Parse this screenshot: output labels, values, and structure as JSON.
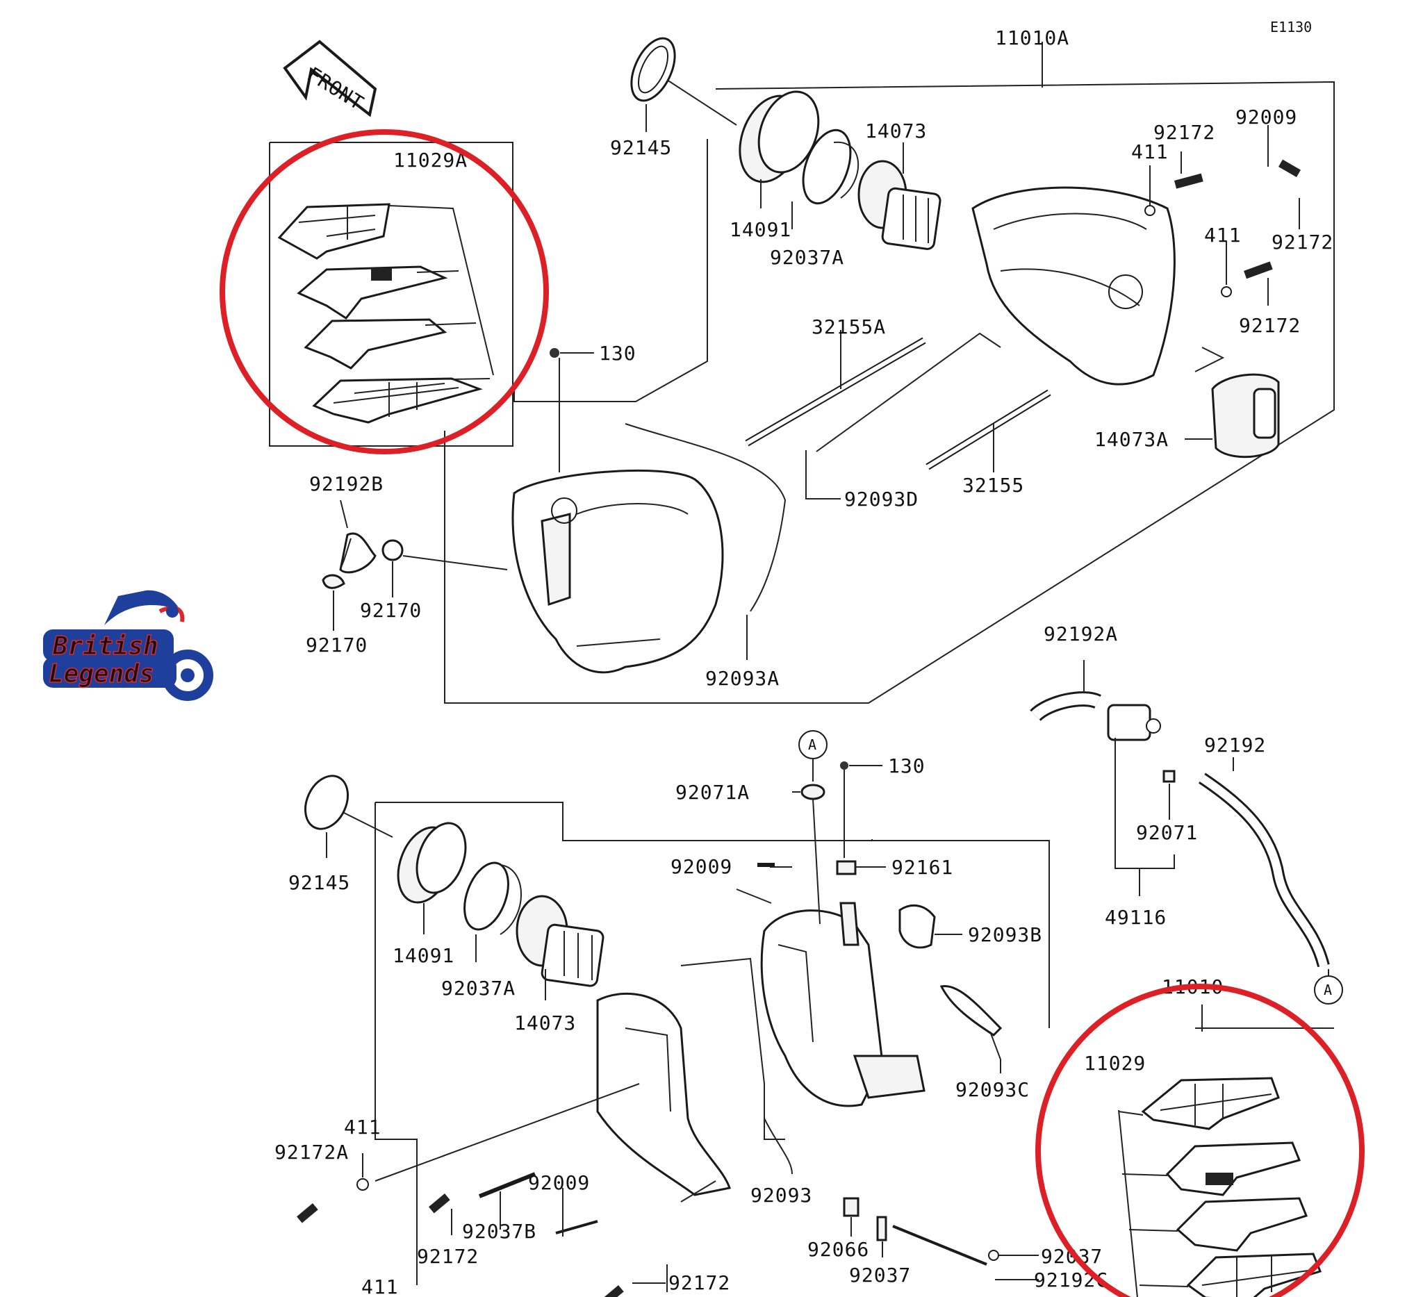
{
  "drawing_code": "E1130",
  "front_label": "FRONT",
  "brand": {
    "line1": "British",
    "line2": "Legends",
    "primary_color": "#1e3f9c",
    "accent_color": "#e0262b"
  },
  "highlight_color": "#dd1f26",
  "labels": {
    "p11010A": "11010A",
    "p92145_top": "92145",
    "p14073_top": "14073",
    "p14091_top": "14091",
    "p92037A_top": "92037A",
    "p11029A": "11029A",
    "p92172_a": "92172",
    "p92009_a": "92009",
    "p411_a": "411",
    "p411_b": "411",
    "p92172_b": "92172",
    "p92172_c": "92172",
    "p130_top": "130",
    "p32155A": "32155A",
    "p14073A": "14073A",
    "p92093D": "92093D",
    "p32155": "32155",
    "p92192B": "92192B",
    "p92170_a": "92170",
    "p92170_b": "92170",
    "p92093A": "92093A",
    "p92192A": "92192A",
    "circle_a_top": "A",
    "p130_mid": "130",
    "p92192": "92192",
    "p92071A": "92071A",
    "p92071": "92071",
    "p92145_bot": "92145",
    "p92009_b": "92009",
    "p92161": "92161",
    "p49116": "49116",
    "p92093B": "92093B",
    "p14091_bot": "14091",
    "p92037A_bot": "92037A",
    "p14073_bot": "14073",
    "p11010": "11010",
    "circle_a_bot": "A",
    "p11029": "11029",
    "p92093C": "92093C",
    "p411_c": "411",
    "p92172A": "92172A",
    "p92009_c": "92009",
    "p92093": "92093",
    "p92037B": "92037B",
    "p92172_d": "92172",
    "p92066": "92066",
    "p92037_a": "92037",
    "p92037_b": "92037",
    "p92192C": "92192C",
    "p92172_e": "92172",
    "p411_d": "411"
  }
}
